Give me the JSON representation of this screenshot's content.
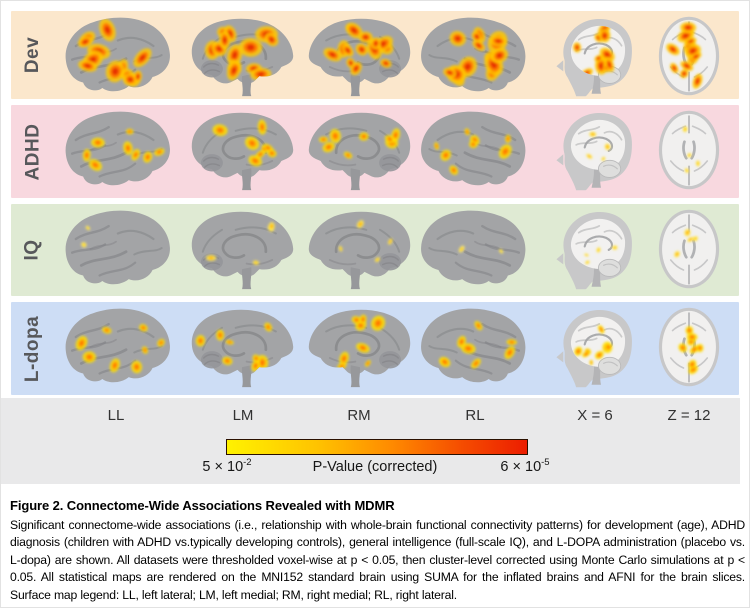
{
  "figure": {
    "rows": [
      {
        "label": "Dev",
        "band_color": "#fbe7cc",
        "intensities": [
          "strong",
          "strong",
          "strong",
          "strong",
          "strong",
          "strong"
        ]
      },
      {
        "label": "ADHD",
        "band_color": "#f8d8df",
        "intensities": [
          "moderate",
          "moderate",
          "moderate",
          "moderate",
          "sparse",
          "sparse"
        ]
      },
      {
        "label": "IQ",
        "band_color": "#dfead3",
        "intensities": [
          "minimal",
          "sparse",
          "sparse",
          "minimal",
          "sparse",
          "sparse"
        ]
      },
      {
        "label": "L-dopa",
        "band_color": "#cdddf5",
        "intensities": [
          "moderate",
          "moderate",
          "moderate",
          "moderate",
          "moderate",
          "moderate"
        ]
      }
    ],
    "columns": [
      "LL",
      "LM",
      "RM",
      "RL",
      "X = 6",
      "Z = 12"
    ],
    "colorbar": {
      "min_base": "5 × 10",
      "min_exp": "-2",
      "title": "P-Value (corrected)",
      "max_base": "6 × 10",
      "max_exp": "-5",
      "gradient_start": "#fff200",
      "gradient_mid": "#ff8a00",
      "gradient_end": "#ec1d00"
    },
    "caption": {
      "title": "Figure 2. Connectome-Wide Associations Revealed with MDMR",
      "body": "Significant connectome-wide associations (i.e., relationship with whole-brain functional connectivity patterns) for development (age), ADHD diagnosis (children with ADHD vs.typically developing controls), general intelligence (full-scale IQ), and L-DOPA administration (placebo vs. L-dopa) are shown. All datasets were thresholded voxel-wise at p < 0.05, then cluster-level corrected using Monte Carlo simulations at p < 0.05. All statistical maps are rendered on the MNI152 standard brain using SUMA for the inflated brains and AFNI for the brain slices. Surface map legend: LL, left lateral; LM, left medial; RM, right medial; RL, right lateral."
    }
  }
}
